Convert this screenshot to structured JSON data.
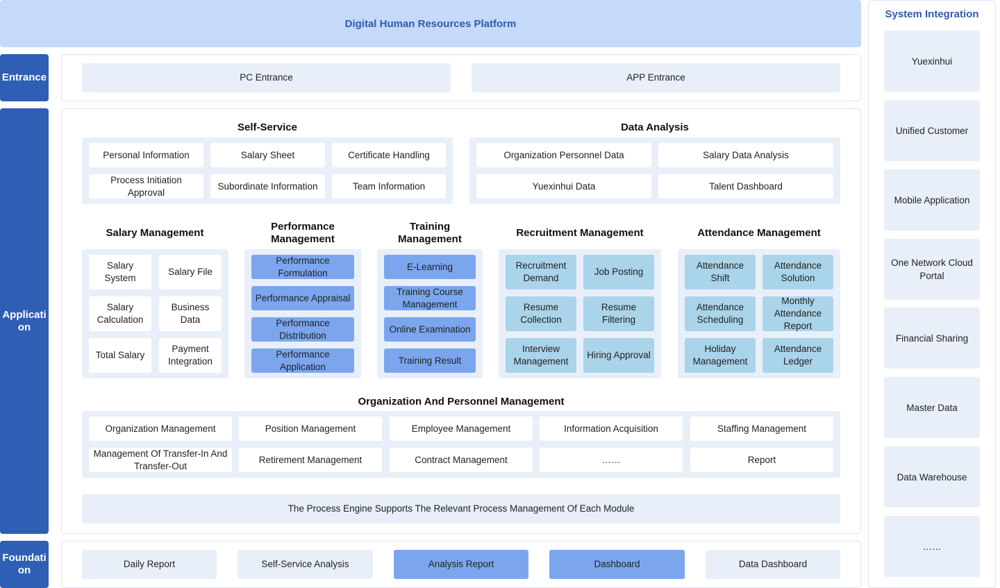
{
  "title": "Digital Human Resources Platform",
  "sections": {
    "entrance": "Entrance",
    "application": "Application",
    "foundation": "Foundation"
  },
  "entrance": {
    "pc": "PC Entrance",
    "app": "APP Entrance"
  },
  "self_service": {
    "title": "Self-Service",
    "items": [
      "Personal Information",
      "Salary Sheet",
      "Certificate Handling",
      "Process Initiation Approval",
      "Subordinate Information",
      "Team Information"
    ]
  },
  "data_analysis": {
    "title": "Data Analysis",
    "items": [
      "Organization Personnel Data",
      "Salary Data Analysis",
      "Yuexinhui Data",
      "Talent Dashboard"
    ]
  },
  "salary": {
    "title": "Salary Management",
    "items": [
      "Salary System",
      "Salary File",
      "Salary Calculation",
      "Business Data",
      "Total Salary",
      "Payment Integration"
    ]
  },
  "performance": {
    "title": "Performance Management",
    "items": [
      "Performance Formulation",
      "Performance Appraisal",
      "Performance Distribution",
      "Performance Application"
    ]
  },
  "training": {
    "title": "Training Management",
    "items": [
      "E-Learning",
      "Training Course Management",
      "Online Examination",
      "Training Result"
    ]
  },
  "recruitment": {
    "title": "Recruitment Management",
    "items": [
      "Recruitment Demand",
      "Job Posting",
      "Resume Collection",
      "Resume Filtering",
      "Interview Management",
      "Hiring Approval"
    ]
  },
  "attendance": {
    "title": "Attendance Management",
    "items": [
      "Attendance Shift",
      "Attendance Solution",
      "Attendance Scheduling",
      "Monthly Attendance Report",
      "Holiday Management",
      "Attendance Ledger"
    ]
  },
  "org": {
    "title": "Organization And Personnel Management",
    "items": [
      "Organization Management",
      "Position Management",
      "Employee Management",
      "Information Acquisition",
      "Staffing Management",
      "Management Of Transfer-In And Transfer-Out",
      "Retirement Management",
      "Contract Management",
      "……",
      "Report"
    ]
  },
  "process_engine": "The Process Engine Supports The Relevant Process Management Of Each Module",
  "foundation": {
    "items": [
      "Daily Report",
      "Self-Service Analysis",
      "Analysis Report",
      "Dashboard",
      "Data Dashboard"
    ]
  },
  "system_integration": {
    "title": "System Integration",
    "items": [
      "Yuexinhui",
      "Unified Customer",
      "Mobile Application",
      "One Network Cloud Portal",
      "Financial Sharing",
      "Master Data",
      "Data Warehouse",
      "……"
    ]
  },
  "colors": {
    "banner": "#c5d9f8",
    "section_label": "#2f5fb4",
    "accent_blue": "#7ba6ee",
    "accent_teal": "#a9d4ea",
    "light_box": "#e8eff9"
  }
}
